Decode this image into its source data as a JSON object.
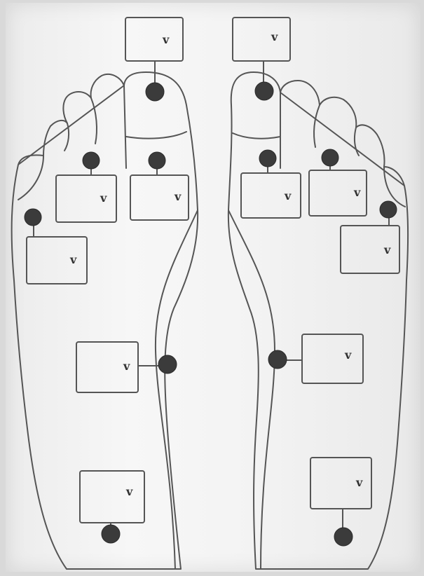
{
  "diagram": {
    "feet": [
      "left-foot",
      "right-foot"
    ],
    "sensor_label": "v",
    "colors": {
      "outline": "#555555",
      "dot": "#3b3b3b",
      "paper": "#f4f4f4"
    },
    "sensors": [
      {
        "id": "left-big-toe",
        "label": "v"
      },
      {
        "id": "left-met-inner",
        "label": "v"
      },
      {
        "id": "left-met-mid",
        "label": "v"
      },
      {
        "id": "left-met-outer",
        "label": "v"
      },
      {
        "id": "left-midfoot",
        "label": "v"
      },
      {
        "id": "left-heel",
        "label": "v"
      },
      {
        "id": "right-big-toe",
        "label": "v"
      },
      {
        "id": "right-met-mid",
        "label": "v"
      },
      {
        "id": "right-met-inner",
        "label": "v"
      },
      {
        "id": "right-met-outer",
        "label": "v"
      },
      {
        "id": "right-midfoot",
        "label": "v"
      },
      {
        "id": "right-heel",
        "label": "v"
      }
    ]
  }
}
